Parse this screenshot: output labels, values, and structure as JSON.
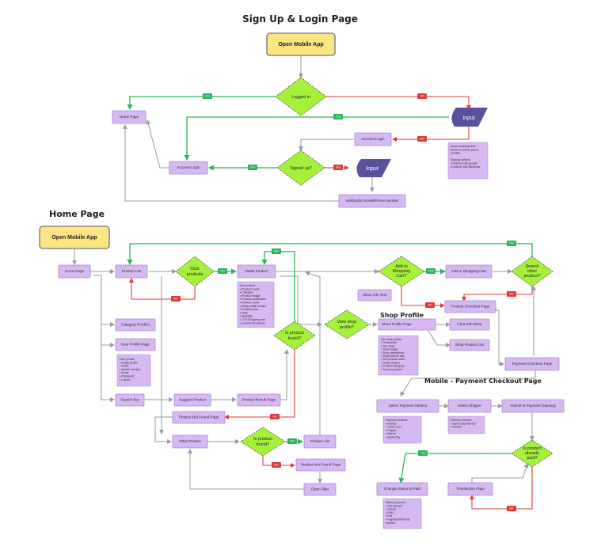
{
  "titles": {
    "signup": "Sign Up & Login Page",
    "home": "Home Page",
    "shop_profile": "Shop Profile",
    "mobile_payment": "Mobile - Payment Checkout Page"
  },
  "colors": {
    "start_fill": "#fde581",
    "box_fill": "#d6b8f2",
    "decision_fill": "#a4f03a",
    "input_fill": "#5a519c",
    "yes": "#2bb35a",
    "no": "#e03a3a",
    "arrow": "#9a9a9a"
  },
  "edge_labels": {
    "yes": "YES",
    "no": "NO"
  },
  "signup": {
    "open_app": "Open Mobile App",
    "logged_in": "Logged in",
    "home_page": "Home Page",
    "input1": "Input",
    "account_login_right": "Account Login",
    "account_login_left": "Account Login",
    "signed_up": "Signed up?",
    "input2": "Input",
    "verification": "Verification Email/Phone Number",
    "input_note": [
      "Input credential info:",
      "Email or mobile phone",
      "number",
      "",
      "Signing options:",
      "Continue with google",
      "Continue with facebook"
    ]
  },
  "home": {
    "open_app": "Open Mobile App",
    "home_page": "Home Page",
    "product_list": "Product List",
    "click_products": [
      "Click",
      "products"
    ],
    "detail_product": "Detail Product",
    "add_to_cart_q": [
      "Add to",
      "Shopping",
      "Cart?"
    ],
    "add_to_cart": "Add to Shopping Cart",
    "search_other": [
      "Search",
      "other",
      "product?"
    ],
    "show_info_text": "Show Info Text",
    "product_checkout": "Product Checkout Page",
    "view_shop_profile": [
      "View shop",
      "profile?"
    ],
    "show_profile_page": "Show Profile Page",
    "chat_with_shop": "Chat with Shop",
    "shop_product_list": "Shop Product List",
    "payment_checkout": "Payment Checkout Page",
    "category_product": "Category Product",
    "user_profile_page": "User Profile Page",
    "search_bar": "Search Bar",
    "suggest_product": "Suggest Product",
    "product_result": "Product Result Page",
    "is_found_1": [
      "Is product",
      "found?"
    ],
    "not_found_1": "Product Not Found Page",
    "filter_product": "Filter Product",
    "is_found_2": [
      "Is product",
      "found?"
    ],
    "product_list_2": "Product List",
    "not_found_2": "Product Not Found Page",
    "clear_filter": "Clear Filter",
    "select_payment": "Select Payment Method",
    "select_shipper": "Select Shipper",
    "submit_gateway": "Submit to Payment Gateway",
    "already_paid": [
      "Is product",
      "already",
      "paid?"
    ],
    "change_status": "Change Status to Paid",
    "transaction_page": "Transaction Page",
    "info_product_note": [
      "Info product:",
      "• Product name",
      "• Category",
      "• Product image",
      "• Product description",
      "• Review count",
      "• Shop profile vendor",
      "• Product price",
      "• Rate",
      "• Quantity",
      "• CTA Shopping cart",
      "• Comments section"
    ],
    "info_shop_note": [
      "Info shop profile:",
      "• Product list",
      "• Info shop:",
      "   ◦ Shop image",
      "   ◦ Shop description",
      "   ◦ Shop banner ads",
      "   ◦ Info product sales",
      "   ◦ Shop location",
      "• Product category",
      "• Search product"
    ],
    "user_profile_note": [
      "User profile:",
      "• Image profile",
      "• Name",
      "• Mobile number",
      "• Email",
      "• Password",
      "• Logout"
    ],
    "payment_note": [
      "Payment method:",
      "• Invoice",
      "• Credit Card",
      "• Paypal",
      "• Klarna",
      "• Apple Pay"
    ],
    "delivery_note": [
      "Delivery method:",
      "• Same day delivery",
      "• Normal"
    ],
    "status_note": [
      "Status payment:",
      "• Not paid yet",
      "• Cancel",
      "• Paid",
      "• Fail",
      "• Payment time has",
      "  expired"
    ]
  }
}
